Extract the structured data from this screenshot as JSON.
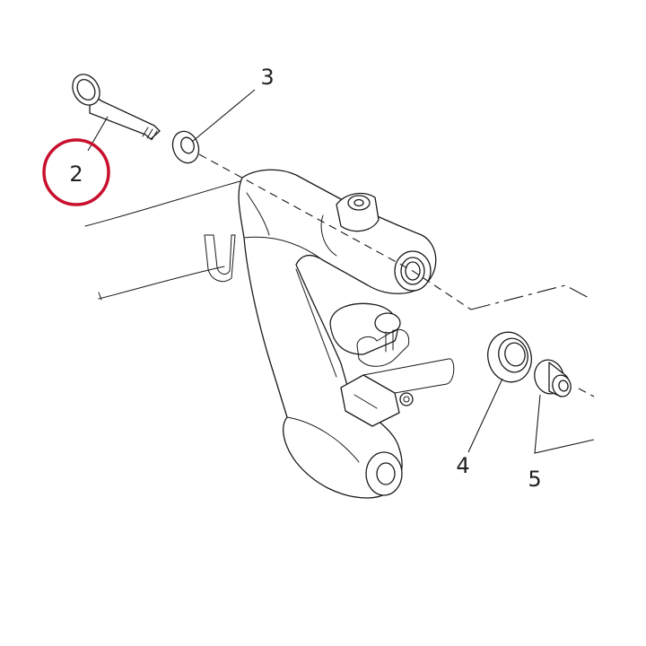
{
  "diagram": {
    "callouts": [
      {
        "id": "2",
        "label": "2",
        "highlighted": true
      },
      {
        "id": "3",
        "label": "3",
        "highlighted": false
      },
      {
        "id": "4",
        "label": "4",
        "highlighted": false
      },
      {
        "id": "5",
        "label": "5",
        "highlighted": false
      }
    ],
    "highlight_color": "#c8102e",
    "line_color": "#1a1a1a"
  }
}
